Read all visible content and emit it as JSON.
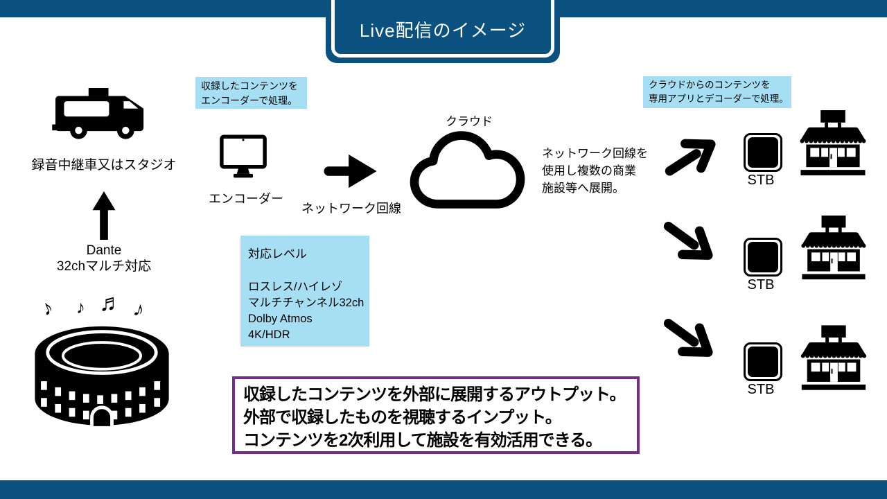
{
  "title": "Live配信のイメージ",
  "colors": {
    "bar": "#0a5180",
    "note_bg": "#a6dff3",
    "summary_border": "#762d87",
    "icon": "#000000"
  },
  "source": {
    "label": "録音中継車又はスタジオ",
    "feed_line1": "Dante",
    "feed_line2": "32chマルチ対応",
    "notes": [
      "♪",
      "♪",
      "♬",
      "♪"
    ]
  },
  "encoder_note": {
    "line1": "収録したコンテンツを",
    "line2": "エンコーダーで処理。"
  },
  "encoder_label": "エンコーダー",
  "network_label": "ネットワーク回線",
  "cloud_label": "クラウド",
  "deploy_note": {
    "line1": "ネットワーク回線を",
    "line2": "使用し複数の商業",
    "line3": "施設等へ展開。"
  },
  "decoder_note": {
    "line1": "クラウドからのコンテンツを",
    "line2": "専用アプリとデコーダーで処理。"
  },
  "spec_box": {
    "title": "対応レベル",
    "items": [
      "ロスレス/ハイレゾ",
      "マルチチャンネル32ch",
      "Dolby Atmos",
      "4K/HDR"
    ]
  },
  "destinations": [
    {
      "stb": "STB"
    },
    {
      "stb": "STB"
    },
    {
      "stb": "STB"
    }
  ],
  "summary": {
    "line1": "収録したコンテンツを外部に展開するアウトプット。",
    "line2": "外部で収録したものを視聴するインプット。",
    "line3": "コンテンツを2次利用して施設を有効活用できる。"
  }
}
